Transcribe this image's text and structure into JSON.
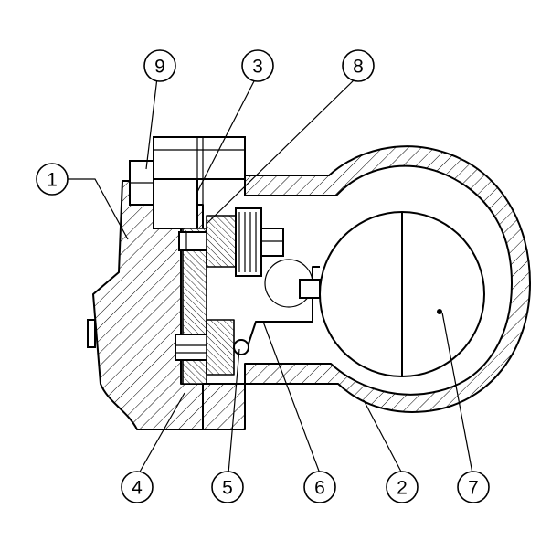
{
  "diagram": {
    "callouts": [
      {
        "label": "9"
      },
      {
        "label": "3"
      },
      {
        "label": "8"
      },
      {
        "label": "1"
      },
      {
        "label": "4"
      },
      {
        "label": "5"
      },
      {
        "label": "6"
      },
      {
        "label": "2"
      },
      {
        "label": "7"
      }
    ]
  },
  "colors": {
    "line": "#000000",
    "background": "#ffffff"
  }
}
